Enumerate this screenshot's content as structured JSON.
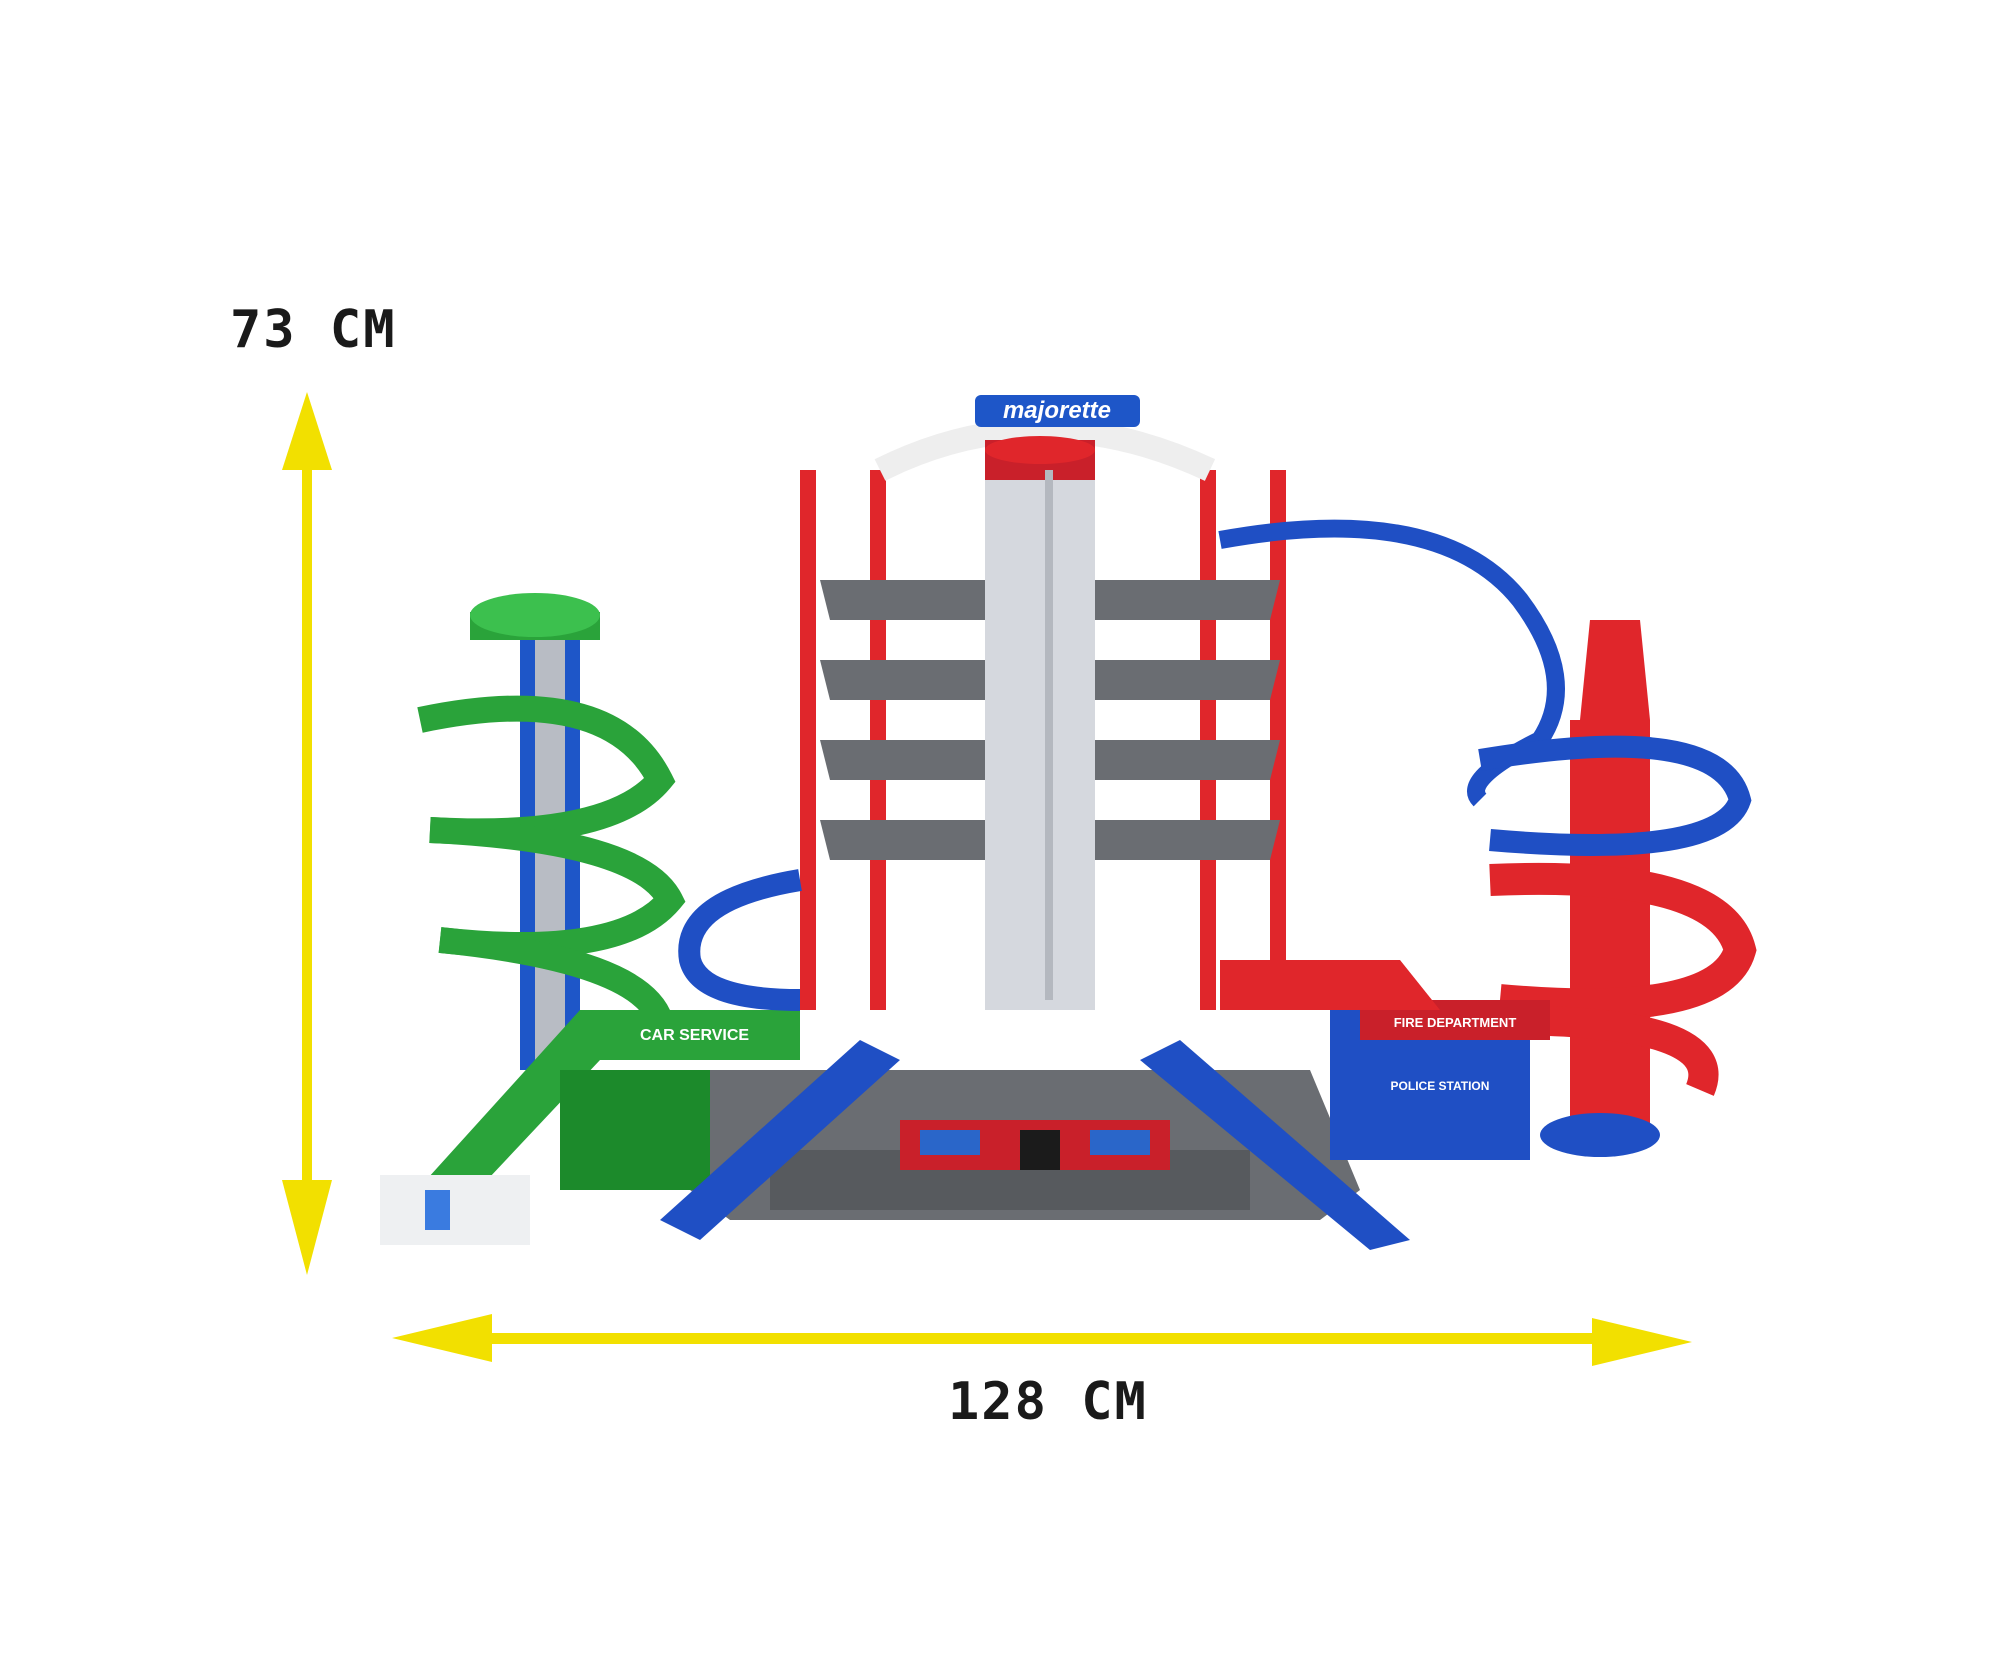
{
  "dimensions": {
    "height_label": "73 CM",
    "width_label": "128 CM"
  },
  "product": {
    "brand_sign": "majorette",
    "service_sign": "CAR SERVICE",
    "fire_sign": "FIRE DEPARTMENT",
    "police_sign": "POLICE STATION"
  },
  "colors": {
    "arrow": "#f2e000",
    "tower_red": "#e0262b",
    "track_blue": "#1f4fc4",
    "track_green": "#2aa33a",
    "floor_gray": "#6a6d72"
  }
}
